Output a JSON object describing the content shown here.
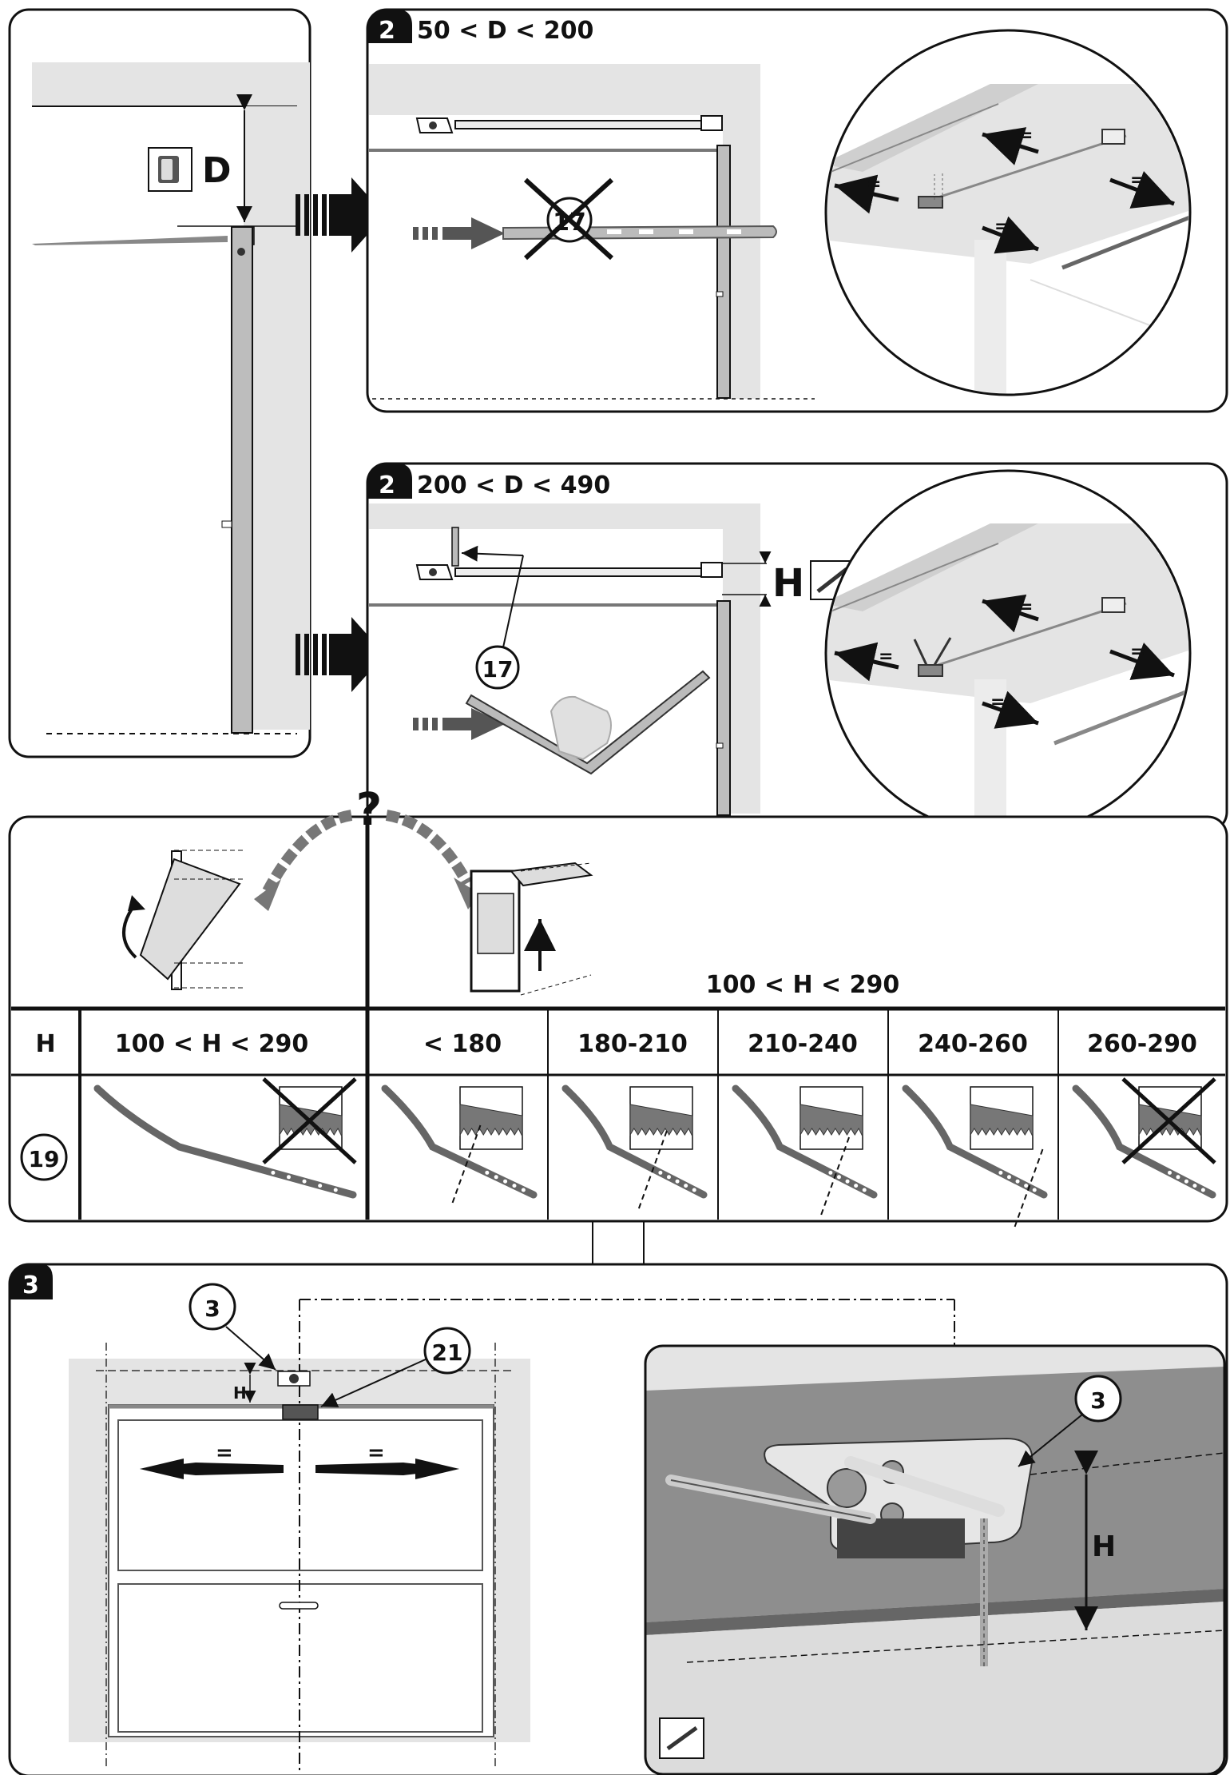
{
  "step1": {
    "distance_label": "D"
  },
  "step2a": {
    "badge": "2",
    "range": "50 < D < 200",
    "part_no": "17",
    "equal_mark": "="
  },
  "step2b": {
    "badge": "2",
    "range": "200 < D < 490",
    "part_no": "17",
    "height_label": "H",
    "equal_mark": "="
  },
  "question": {
    "mark": "?",
    "range": "100 < H < 290"
  },
  "table": {
    "row_header": "H",
    "headers": [
      "100 < H < 290",
      "< 180",
      "180-210",
      "210-240",
      "240-260",
      "260-290"
    ],
    "part_no": "19"
  },
  "step3": {
    "badge": "3",
    "part_a": "3",
    "part_b": "21",
    "height_label": "H",
    "equal_mark": "=",
    "detail_part": "3",
    "detail_height": "H"
  },
  "colors": {
    "ink": "#111111",
    "light_gray": "#e4e4e4",
    "mid_gray": "#a8a8a8",
    "dark_gray": "#555555"
  }
}
